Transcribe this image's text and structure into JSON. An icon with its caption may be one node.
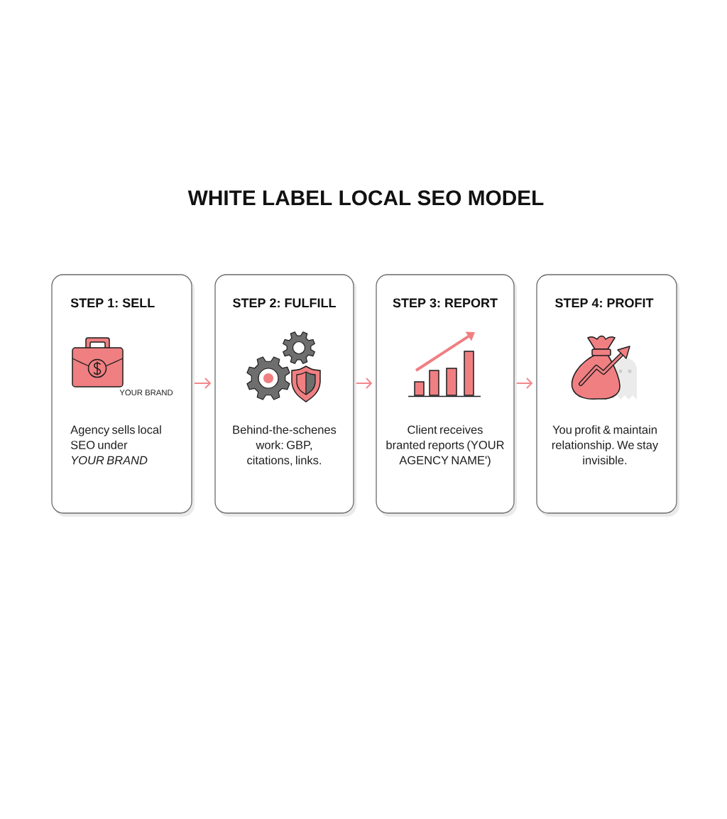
{
  "diagram": {
    "title": "WHITE LABEL LOCAL SEO MODEL",
    "nodes": [
      {
        "text": [
          "STEP 1: SELL",
          "YOUR BRAND",
          "Agency sells local SEO under *YOUR BRAND*"
        ]
      },
      {
        "text": [
          "STEP 2: FULFILL",
          "Behind-the-schenes work: GBP, citations, links."
        ]
      },
      {
        "text": [
          "STEP 3: REPORT",
          "Client receives branted reports (YOUR AGENCY NAME')"
        ]
      },
      {
        "text": [
          "STEP 4: PROFIT",
          "You profit & maintain relationship. We stay invisible."
        ]
      }
    ],
    "edges": [
      {
        "from": 0,
        "to": 1,
        "arrow": "to"
      },
      {
        "from": 1,
        "to": 2,
        "arrow": "to"
      },
      {
        "from": 2,
        "to": 3,
        "arrow": "to"
      }
    ]
  }
}
